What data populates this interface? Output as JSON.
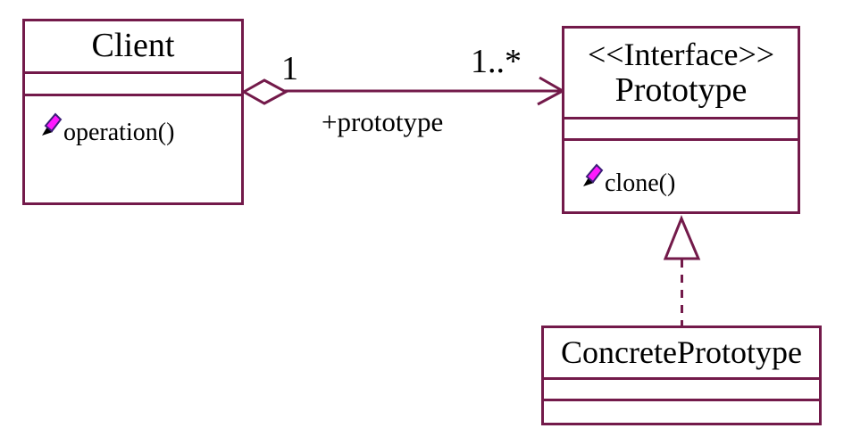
{
  "diagram": {
    "type": "uml-class-diagram",
    "pattern_name": "Prototype",
    "colors": {
      "stroke": "#731a4a",
      "text": "#000000",
      "member_icon_fill": "#ff19ff",
      "background": "#ffffff"
    },
    "classes": {
      "client": {
        "name": "Client",
        "attributes": [],
        "operations": [
          "operation()"
        ]
      },
      "prototype": {
        "stereotype": "<<Interface>>",
        "name": "Prototype",
        "attributes": [],
        "operations": [
          "clone()"
        ]
      },
      "concrete_prototype": {
        "name": "ConcretePrototype",
        "attributes": [],
        "operations": []
      }
    },
    "relationships": {
      "association": {
        "type": "aggregation",
        "from": "Client",
        "to": "Prototype",
        "source_multiplicity": "1",
        "target_multiplicity": "1..*",
        "role_label": "+prototype"
      },
      "realization": {
        "type": "realization",
        "from": "ConcretePrototype",
        "to": "Prototype"
      }
    }
  }
}
